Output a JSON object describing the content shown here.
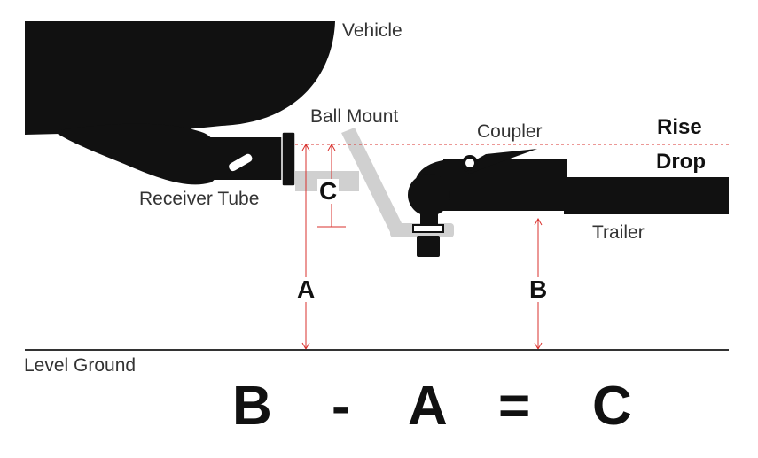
{
  "labels": {
    "vehicle": "Vehicle",
    "ball_mount": "Ball Mount",
    "coupler": "Coupler",
    "rise": "Rise",
    "drop": "Drop",
    "receiver_tube": "Receiver Tube",
    "trailer": "Trailer",
    "level_ground": "Level Ground",
    "a": "A",
    "b": "B",
    "c": "C"
  },
  "formula": {
    "b": "B",
    "minus": "-",
    "a": "A",
    "equals": "=",
    "c": "C"
  },
  "colors": {
    "ink": "#111111",
    "text": "#333333",
    "measure": "#d9302c",
    "ball_mount": "#d0d0d0"
  }
}
